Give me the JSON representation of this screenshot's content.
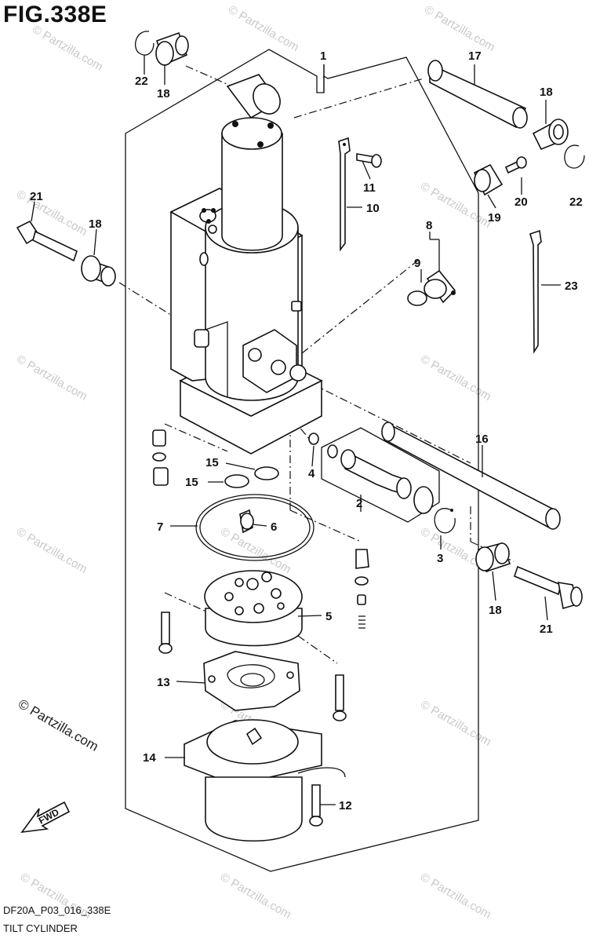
{
  "figure": {
    "title": "FIG.338E",
    "code": "DF20A_P03_016_338E",
    "name": "TILT CYLINDER",
    "fwd_label": "FWD"
  },
  "watermark": {
    "text": "© Partzilla.com",
    "accent_color": "#c9c9c9"
  },
  "callouts": [
    "1",
    "2",
    "3",
    "4",
    "5",
    "6",
    "7",
    "8",
    "9",
    "10",
    "11",
    "12",
    "13",
    "14",
    "15",
    "15",
    "16",
    "17",
    "18",
    "18",
    "18",
    "18",
    "19",
    "20",
    "21",
    "21",
    "22",
    "22",
    "23"
  ],
  "parts": [
    {
      "id": "1",
      "icon": "tilt-cylinder-assembly"
    },
    {
      "id": "2",
      "icon": "valve-icon"
    },
    {
      "id": "3",
      "icon": "circlip-icon"
    },
    {
      "id": "4",
      "icon": "o-ring-icon"
    },
    {
      "id": "5",
      "icon": "pump-icon"
    },
    {
      "id": "6",
      "icon": "filter-icon"
    },
    {
      "id": "7",
      "icon": "o-ring-icon"
    },
    {
      "id": "8",
      "icon": "plug-icon"
    },
    {
      "id": "9",
      "icon": "o-ring-icon"
    },
    {
      "id": "10",
      "icon": "cable-tie-icon"
    },
    {
      "id": "11",
      "icon": "screw-icon"
    },
    {
      "id": "12",
      "icon": "bolt-icon"
    },
    {
      "id": "13",
      "icon": "bracket-icon"
    },
    {
      "id": "14",
      "icon": "motor-icon"
    },
    {
      "id": "15",
      "icon": "o-ring-icon"
    },
    {
      "id": "16",
      "icon": "pipe-icon"
    },
    {
      "id": "17",
      "icon": "pipe-icon"
    },
    {
      "id": "18",
      "icon": "bushing-icon"
    },
    {
      "id": "19",
      "icon": "spacer-icon"
    },
    {
      "id": "20",
      "icon": "screw-icon"
    },
    {
      "id": "21",
      "icon": "bolt-icon"
    },
    {
      "id": "22",
      "icon": "circlip-icon"
    },
    {
      "id": "23",
      "icon": "cable-tie-icon"
    }
  ]
}
